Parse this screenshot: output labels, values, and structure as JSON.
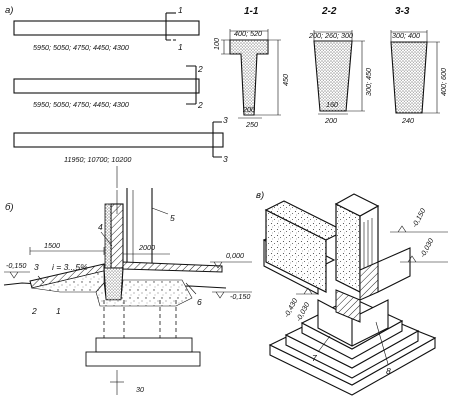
{
  "panel_a": {
    "label": "а)",
    "beam1_lengths": "5950; 5050; 4750; 4450; 4300",
    "beam2_lengths": "5950; 5050; 4750; 4450; 4300",
    "beam3_lengths": "11950; 10700; 10200",
    "cut1_number": "1",
    "cut2_number": "2",
    "cut3_number": "3"
  },
  "sections": {
    "s1": {
      "title": "1-1",
      "top_width": "400; 520",
      "flange_h": "100",
      "height": "450",
      "bottom_w": "200",
      "base_w": "250"
    },
    "s2": {
      "title": "2-2",
      "top_width": "200; 260; 300",
      "height": "300; 450",
      "bottom_w": "160",
      "base_w": "200"
    },
    "s3": {
      "title": "3-3",
      "top_width": "300; 400",
      "height": "400; 600",
      "bottom_w": "240"
    }
  },
  "panel_b": {
    "label": "б)",
    "level_left": "-0,150",
    "width_1500": "1500",
    "slope": "i = 3...5%",
    "dim_2000": "2000",
    "level_zero": "0,000",
    "level_right": "-0,150",
    "dim_30": "30",
    "callouts": [
      "1",
      "2",
      "3",
      "4",
      "5",
      "6"
    ]
  },
  "panel_v": {
    "label": "в)",
    "level_a": "-0,150",
    "level_b": "-0,030",
    "level_c": "-0,430",
    "level_d": "-0,030",
    "callouts": [
      "7",
      "8"
    ]
  }
}
